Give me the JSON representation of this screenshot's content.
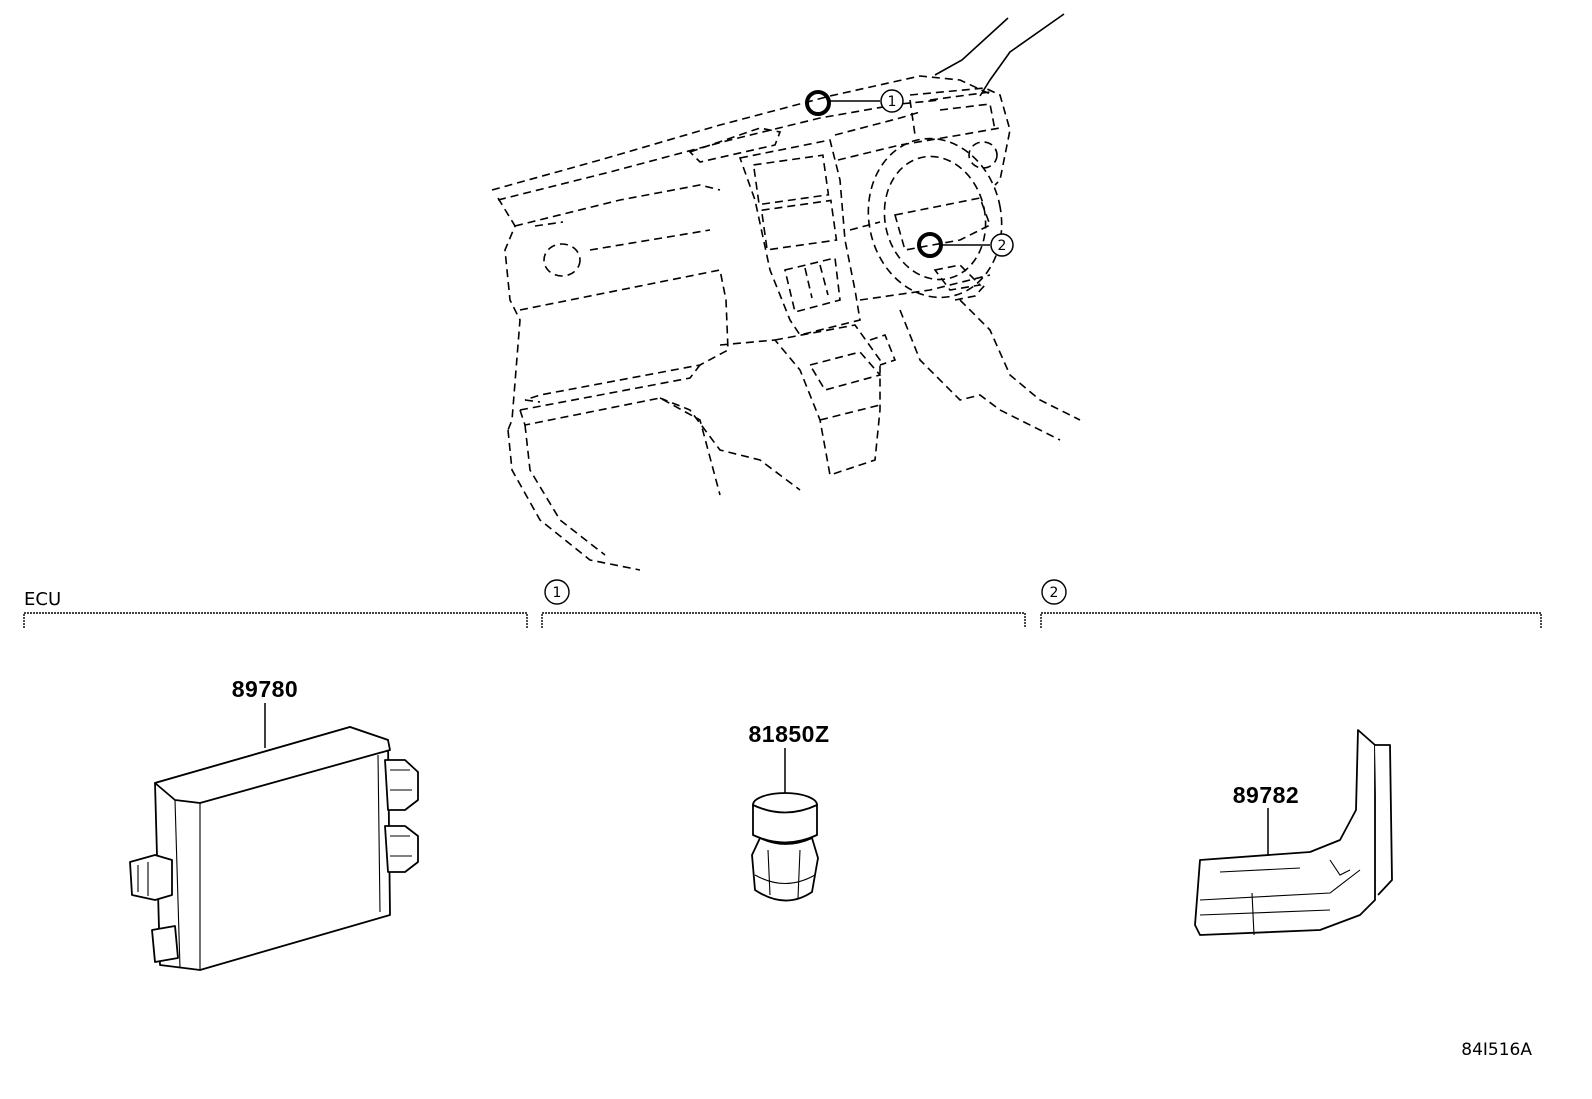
{
  "callouts": {
    "one": "1",
    "two": "2"
  },
  "sections": [
    {
      "label": "ECU"
    },
    {
      "label": "1"
    },
    {
      "label": "2"
    }
  ],
  "parts": {
    "ecu": "89780",
    "switch": "81850Z",
    "bracket": "89782"
  },
  "figure_code": "84I516A"
}
